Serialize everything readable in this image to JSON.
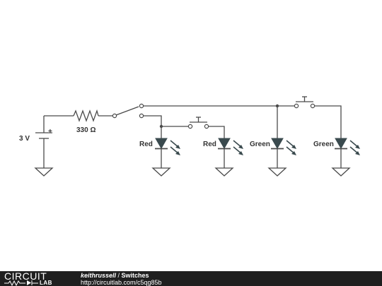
{
  "schematic": {
    "source_label": "3 V",
    "source_plus": "+",
    "resistor_label": "330 Ω",
    "leds": [
      {
        "label": "Red"
      },
      {
        "label": "Red"
      },
      {
        "label": "Green"
      },
      {
        "label": "Green"
      }
    ],
    "colors": {
      "wire": "#4a4a4a",
      "led": "#3a4a4e"
    }
  },
  "footer": {
    "logo_top": "CIRCUIT",
    "logo_bottom": "LAB",
    "author": "keithrussell",
    "separator": " / ",
    "title": "Switches",
    "url": "http://circuitlab.com/c5qg85b",
    "background": "#1f1f1f"
  }
}
